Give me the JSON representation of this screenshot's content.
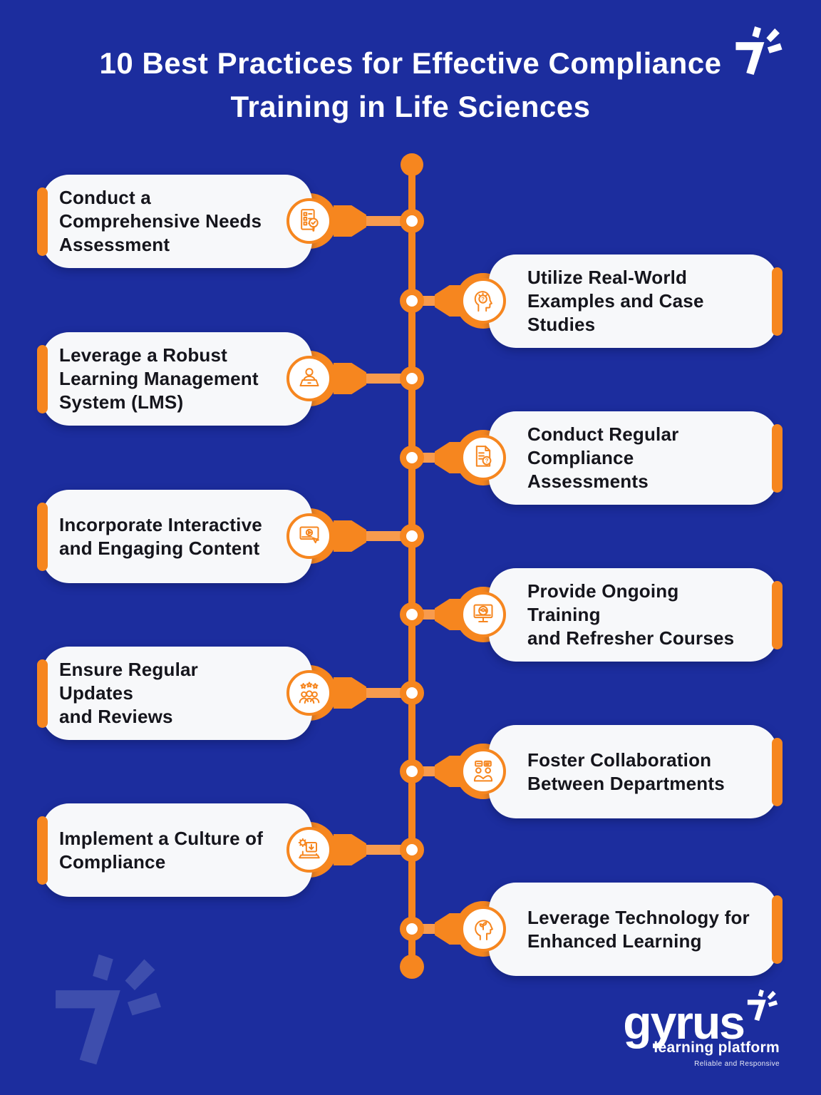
{
  "title": {
    "line1": "10 Best Practices for Effective Compliance",
    "line2": "Training in Life Sciences"
  },
  "items": [
    {
      "side": "left",
      "icon": "checklist-search-icon",
      "label": "Conduct a\nComprehensive Needs\nAssessment"
    },
    {
      "side": "right",
      "icon": "head-idea-icon",
      "label": "Utilize Real-World\nExamples and Case\nStudies"
    },
    {
      "side": "left",
      "icon": "person-laptop-icon",
      "label": "Leverage a Robust\nLearning Management\nSystem (LMS)"
    },
    {
      "side": "right",
      "icon": "document-question-icon",
      "label": "Conduct Regular\nCompliance Assessments"
    },
    {
      "side": "left",
      "icon": "interactive-video-icon",
      "label": "Incorporate Interactive\nand Engaging Content"
    },
    {
      "side": "right",
      "icon": "monitor-graduation-icon",
      "label": "Provide Ongoing Training\nand Refresher Courses"
    },
    {
      "side": "left",
      "icon": "team-stars-icon",
      "label": "Ensure Regular Updates\nand Reviews"
    },
    {
      "side": "right",
      "icon": "collaboration-icon",
      "label": "Foster Collaboration\nBetween Departments"
    },
    {
      "side": "left",
      "icon": "laptop-gear-download-icon",
      "label": "Implement a Culture of\nCompliance"
    },
    {
      "side": "right",
      "icon": "head-growth-icon",
      "label": "Leverage Technology for\nEnhanced Learning"
    }
  ],
  "footer": {
    "brand": "gyrus",
    "tagline": "learning platform",
    "subtagline": "Reliable and Responsive"
  },
  "colors": {
    "background": "#1C2D9E",
    "accent_orange": "#F6861F",
    "light_orange": "#F89B4D",
    "card_background": "#F7F8FA",
    "card_text": "#15151C",
    "title_text": "#FFFFFF",
    "watermark_blue": "#3E4EAD"
  }
}
